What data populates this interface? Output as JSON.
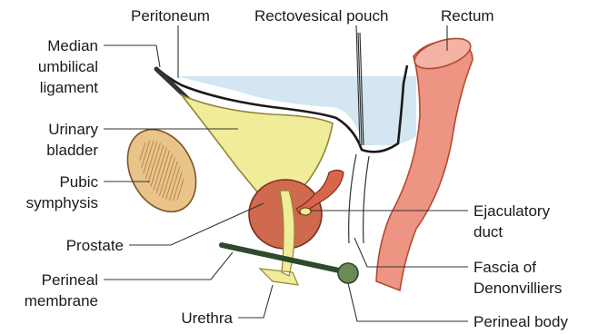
{
  "labels": {
    "peritoneum": "Peritoneum",
    "rectovesical_pouch": "Rectovesical pouch",
    "rectum": "Rectum",
    "median_umbilical_ligament": [
      "Median",
      "umbilical",
      "ligament"
    ],
    "urinary_bladder": [
      "Urinary",
      "bladder"
    ],
    "pubic_symphysis": [
      "Pubic",
      "symphysis"
    ],
    "prostate": "Prostate",
    "perineal_membrane": [
      "Perineal",
      "membrane"
    ],
    "urethra": "Urethra",
    "ejaculatory_duct": [
      "Ejaculatory",
      "duct"
    ],
    "fascia_of_denonvilliers": [
      "Fascia of",
      "Denonvilliers"
    ],
    "perineal_body": "Perineal body"
  },
  "colors": {
    "bladder": "#f1ec9a",
    "rectum": "#ee8f7d",
    "prostate": "#cf6a4f",
    "peritoneal_space": "#cfe3ef",
    "pubic_symphysis": "#e9c48a",
    "leader_line": "#333333"
  }
}
